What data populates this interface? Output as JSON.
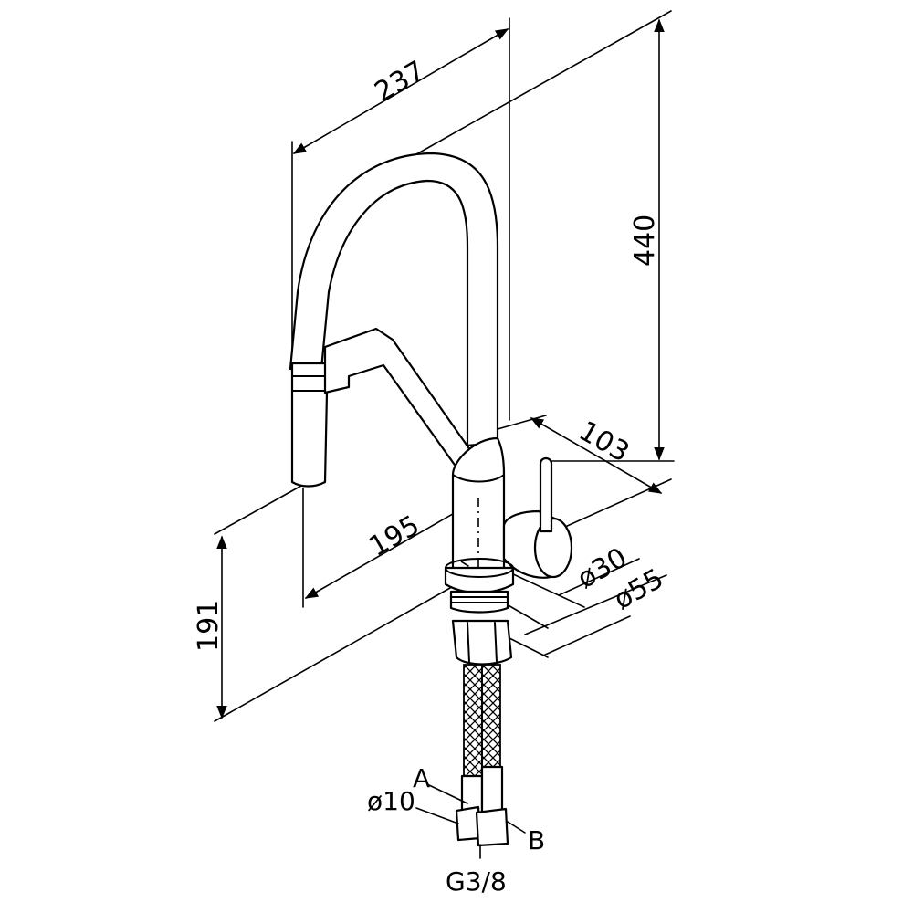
{
  "dimensions": {
    "width_237": "237",
    "height_440": "440",
    "depth_103": "103",
    "reach_195": "195",
    "height_191": "191",
    "dia_30": "ø30",
    "dia_55": "ø55",
    "hose_dia": "ø10"
  },
  "labels": {
    "inlet_a": "A",
    "inlet_b": "B",
    "thread": "G3/8"
  },
  "colors": {
    "stroke": "#000000",
    "background": "#ffffff"
  }
}
